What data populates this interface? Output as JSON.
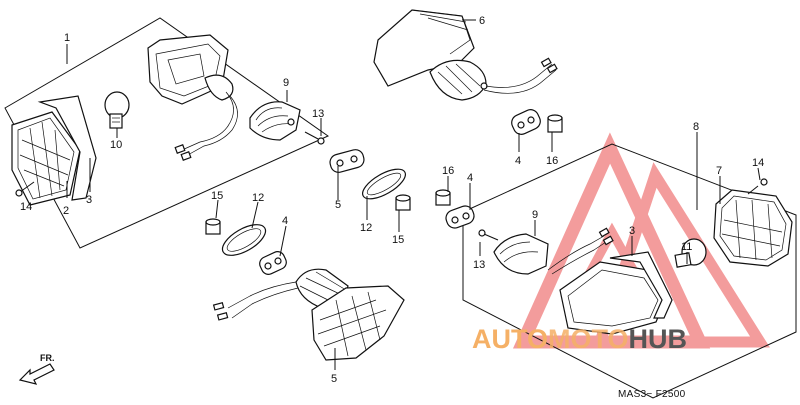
{
  "callouts": [
    "1",
    "2",
    "3",
    "14",
    "10",
    "9",
    "13",
    "6",
    "4",
    "16",
    "8",
    "14",
    "7",
    "16",
    "4",
    "12",
    "5",
    "15",
    "12",
    "4",
    "15",
    "9",
    "13",
    "3",
    "11",
    "5"
  ],
  "diagram_code": "MAS3− F2500",
  "direction_label": "FR.",
  "watermark": {
    "part1": "AUTO",
    "part2": "MOTO",
    "part3": "HUB"
  },
  "colors": {
    "watermark_orange": "#f5b066",
    "watermark_pink": "#f07c7c",
    "watermark_gray": "#555555",
    "line": "#111111"
  }
}
